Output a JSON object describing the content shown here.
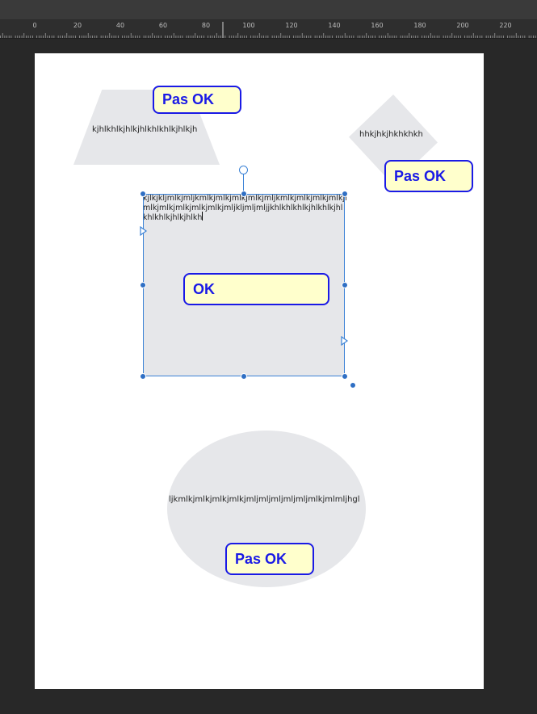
{
  "ruler": {
    "labels": [
      "0",
      "20",
      "40",
      "60",
      "80",
      "100",
      "120",
      "140",
      "160",
      "180",
      "200",
      "220"
    ]
  },
  "shapes": {
    "trapezoid": {
      "text": "kjhlkhlkjhlkjhlkhlkhlkjhlkjh"
    },
    "diamond": {
      "text": "hhkjhkjhkhkhkh"
    },
    "rectangle": {
      "lines": [
        "kjlkjkljmlkjmljkmlkjmlkjmlkjmlkjmljkmlkjmlkjmlkjmlkjmlk",
        "mlkjmlkjmlkjmlkjmlkjmljkljmljmljjkhlkhlkhlkjhlkhlkjhl",
        "khlkhlkjhlkjhlkh"
      ]
    },
    "ellipse": {
      "text": "ljkmlkjmlkjmlkjmlkjmljmljmljmljmljmlkjmlmljhgl"
    }
  },
  "callouts": {
    "top_left": "Pas OK",
    "right": "Pas OK",
    "center": "OK",
    "bottom": "Pas OK"
  },
  "colors": {
    "canvas_bg": "#282828",
    "page_bg": "#ffffff",
    "shape_fill": "#e6e7ea",
    "callout_fill": "#ffffcc",
    "callout_border": "#1a1ae6",
    "selection": "#3b82d6"
  }
}
